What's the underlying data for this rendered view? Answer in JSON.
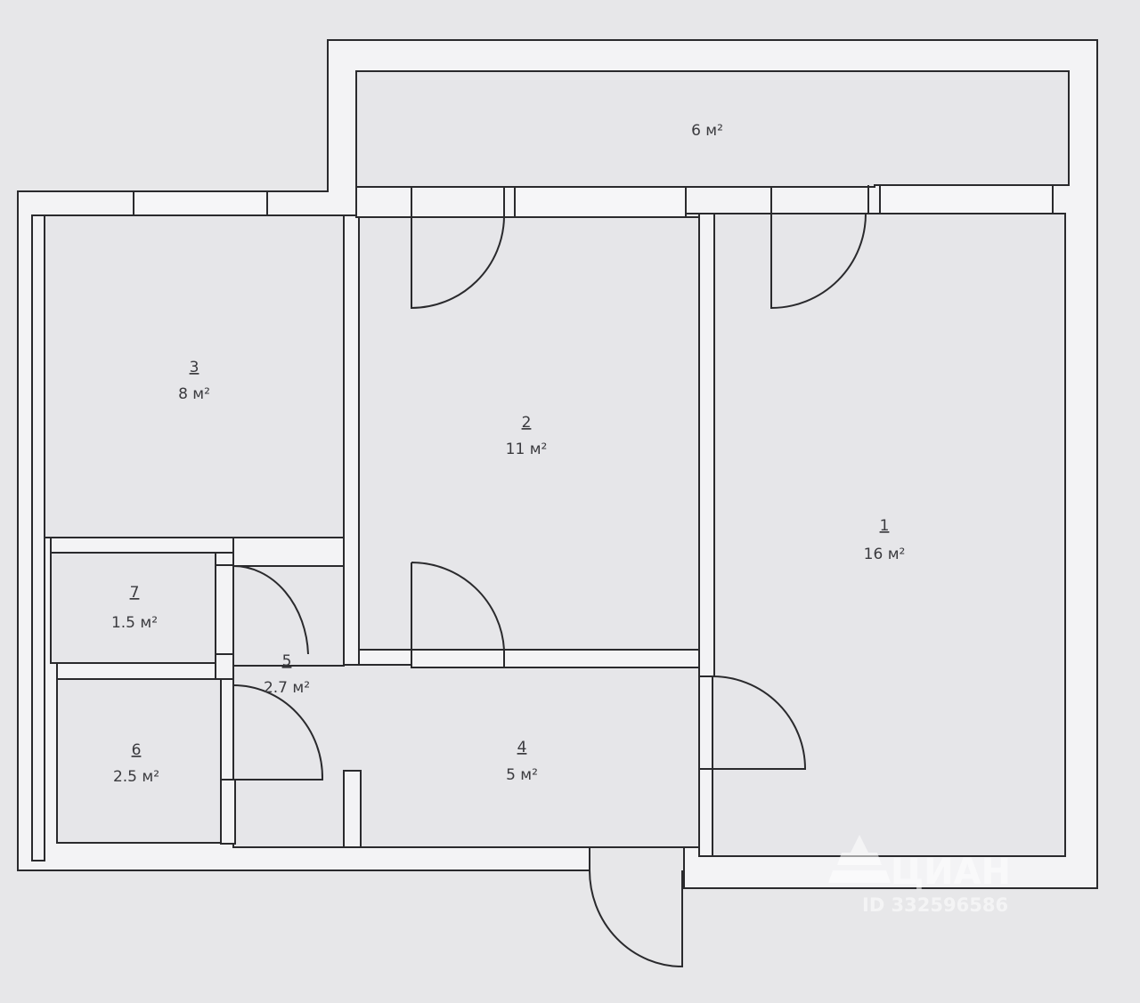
{
  "rooms": {
    "r1": {
      "number": "1",
      "area": "16 м²"
    },
    "r2": {
      "number": "2",
      "area": "11 м²"
    },
    "r3": {
      "number": "3",
      "area": "8 м²"
    },
    "r4": {
      "number": "4",
      "area": "5 м²"
    },
    "r5": {
      "number": "5",
      "area": "2.7 м²"
    },
    "r6": {
      "number": "6",
      "area": "2.5 м²"
    },
    "r7": {
      "number": "7",
      "area": "1.5 м²"
    },
    "balcony": {
      "area": "6 м²"
    }
  },
  "watermark": {
    "brand": "ЦИАН",
    "id": "ID 332596586"
  }
}
